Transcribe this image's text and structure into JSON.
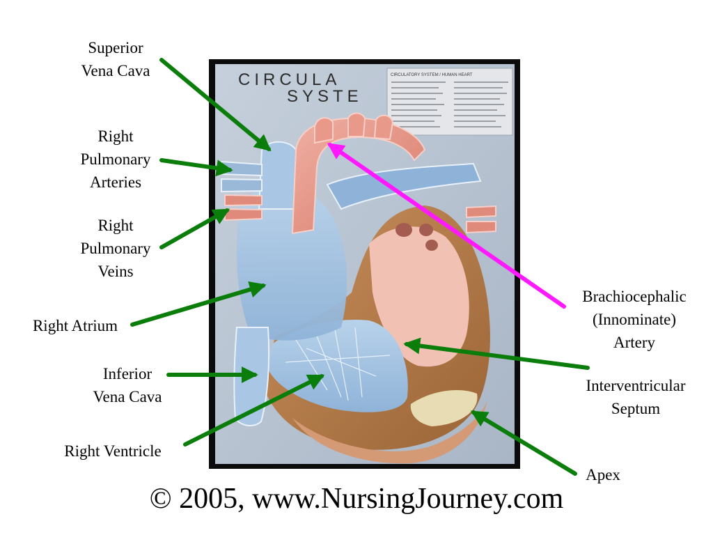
{
  "poster": {
    "title_line1": "CIRCULA",
    "title_line2": "SYSTE",
    "legend_title": "CIRCULATORY SYSTEM / HUMAN HEART"
  },
  "labels": {
    "superior_vena_cava": [
      "Superior",
      "Vena Cava"
    ],
    "right_pulmonary_arteries": [
      "Right",
      "Pulmonary",
      "Arteries"
    ],
    "right_pulmonary_veins": [
      "Right",
      "Pulmonary",
      "Veins"
    ],
    "right_atrium": [
      "Right Atrium"
    ],
    "inferior_vena_cava": [
      "Inferior",
      "Vena Cava"
    ],
    "right_ventricle": [
      "Right Ventricle"
    ],
    "brachiocephalic_artery": [
      "Brachiocephalic",
      "(Innominate)",
      "Artery"
    ],
    "interventricular_septum": [
      "Interventricular",
      "Septum"
    ],
    "apex": [
      "Apex"
    ]
  },
  "copyright": "© 2005, www.NursingJourney.com",
  "colors": {
    "arrow_green": "#0a7d0a",
    "arrow_magenta": "#ff19ff",
    "frame": "#0b0b0b",
    "poster_bg": "#b7c4d2",
    "vein_blue": "#9fc0e0",
    "artery_red": "#e0887a",
    "muscle_brown": "#b07a4a"
  }
}
